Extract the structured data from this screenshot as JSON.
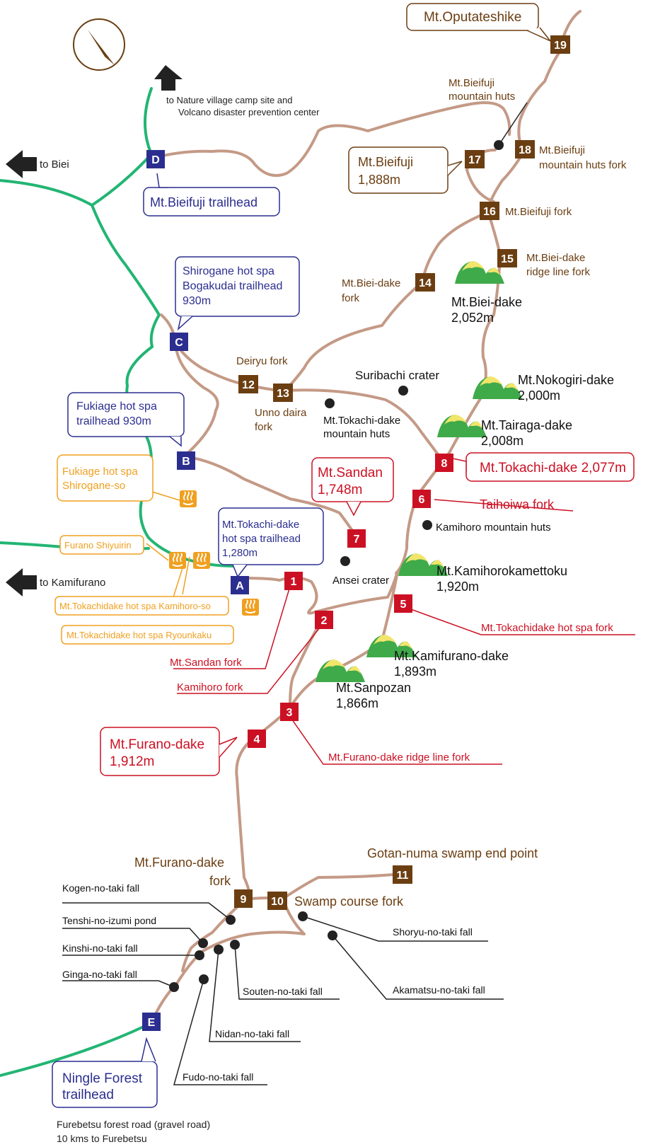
{
  "colors": {
    "trail": "#c49a86",
    "road": "#22b573",
    "brown": "#6b3e12",
    "red": "#cc1023",
    "blue": "#2b2e8f",
    "orange": "#f0a020",
    "black": "#222222",
    "mountain_green": "#3faa4a",
    "mountain_yellow": "#f2e56b"
  },
  "directions": {
    "to_biei": "to Biei",
    "to_kamifurano": "to Kamifurano",
    "nature_village_line1": "to Nature village camp site and",
    "nature_village_line2": "Volcano disaster prevention center",
    "forest_road_line1": "Furebetsu forest road (gravel road)",
    "forest_road_line2": "10 kms to Furebetsu"
  },
  "trailheads": {
    "A": {
      "code": "A",
      "line1": "Mt.Tokachi-dake",
      "line2": "hot spa trailhead",
      "line3": "1,280m"
    },
    "B": {
      "code": "B",
      "line1": "Fukiage hot spa",
      "line2": "trailhead 930m"
    },
    "C": {
      "code": "C",
      "line1": "Shirogane hot spa",
      "line2": "Bogakudai trailhead",
      "line3": "930m"
    },
    "D": {
      "code": "D",
      "line1": "Mt.Bieifuji trailhead"
    },
    "E": {
      "code": "E",
      "line1": "Ningle Forest",
      "line2": "trailhead"
    }
  },
  "hot_springs": {
    "fukiage": {
      "line1": "Fukiage hot spa",
      "line2": "Shirogane-so"
    },
    "furano": {
      "line1": "Furano Shiyuirin"
    },
    "kamihoro": {
      "line1": "Mt.Tokachidake hot spa Kamihoro-so"
    },
    "ryounkaku": {
      "line1": "Mt.Tokachidake hot spa Ryounkaku"
    }
  },
  "red_points": {
    "p1": {
      "num": "1",
      "label": "Mt.Sandan fork"
    },
    "p2": {
      "num": "2",
      "label": "Kamihoro fork"
    },
    "p3": {
      "num": "3",
      "label": "Mt.Furano-dake ridge line fork"
    },
    "p4": {
      "num": "4",
      "line1": "Mt.Furano-dake",
      "line2": "1,912m"
    },
    "p5": {
      "num": "5",
      "label": "Mt.Tokachidake hot spa fork"
    },
    "p6": {
      "num": "6",
      "label": "Taihoiwa fork"
    },
    "p7": {
      "num": "7",
      "line1": "Mt.Sandan",
      "line2": "1,748m"
    },
    "p8": {
      "num": "8",
      "label": "Mt.Tokachi-dake 2,077m"
    }
  },
  "brown_points": {
    "p9": {
      "num": "9",
      "line1": "Mt.Furano-dake",
      "line2": "fork"
    },
    "p10": {
      "num": "10",
      "label": "Swamp course fork"
    },
    "p11": {
      "num": "11",
      "label": "Gotan-numa swamp end point"
    },
    "p12": {
      "num": "12",
      "label": "Deiryu fork"
    },
    "p13": {
      "num": "13",
      "line1": "Unno daira",
      "line2": "fork"
    },
    "p14": {
      "num": "14",
      "line1": "Mt.Biei-dake",
      "line2": "fork"
    },
    "p15": {
      "num": "15",
      "line1": "Mt.Biei-dake",
      "line2": "ridge line fork"
    },
    "p16": {
      "num": "16",
      "label": "Mt.Bieifuji fork"
    },
    "p17": {
      "num": "17",
      "line1": "Mt.Bieifuji",
      "line2": "1,888m"
    },
    "p18": {
      "num": "18",
      "line1": "Mt.Bieifuji",
      "line2": "mountain huts fork"
    },
    "p19": {
      "num": "19",
      "label": "Mt.Oputateshike"
    }
  },
  "mountains": {
    "biei": {
      "name": "Mt.Biei-dake",
      "elev": "2,052m"
    },
    "nokogiri": {
      "name": "Mt.Nokogiri-dake",
      "elev": "2,000m"
    },
    "tairaga": {
      "name": "Mt.Tairaga-dake",
      "elev": "2,008m"
    },
    "kamihorokamettoku": {
      "name": "Mt.Kamihorokamettoku",
      "elev": "1,920m"
    },
    "kamifurano": {
      "name": "Mt.Kamifurano-dake",
      "elev": "1,893m"
    },
    "sanpozan": {
      "name": "Mt.Sanpozan",
      "elev": "1,866m"
    }
  },
  "landmarks": {
    "bieifuji_huts_line1": "Mt.Bieifuji",
    "bieifuji_huts_line2": "mountain huts",
    "suribachi": "Suribachi crater",
    "tokachi_huts_line1": "Mt.Tokachi-dake",
    "tokachi_huts_line2": "mountain huts",
    "kamihoro_huts": "Kamihoro mountain huts",
    "ansei": "Ansei crater"
  },
  "waterfalls": {
    "kogen": "Kogen-no-taki fall",
    "tenshi": "Tenshi-no-izumi pond",
    "kinshi": "Kinshi-no-taki fall",
    "ginga": "Ginga-no-taki fall",
    "souten": "Souten-no-taki fall",
    "nidan": "Nidan-no-taki fall",
    "fudo": "Fudo-no-taki fall",
    "shoryu": "Shoryu-no-taki fall",
    "akamatsu": "Akamatsu-no-taki fall"
  },
  "icons": {
    "compass": "north-arrow-icon",
    "arrow": "direction-arrow-icon",
    "hotspring": "hot-spring-icon",
    "mountain": "mountain-icon",
    "point": "landmark-dot-icon"
  }
}
